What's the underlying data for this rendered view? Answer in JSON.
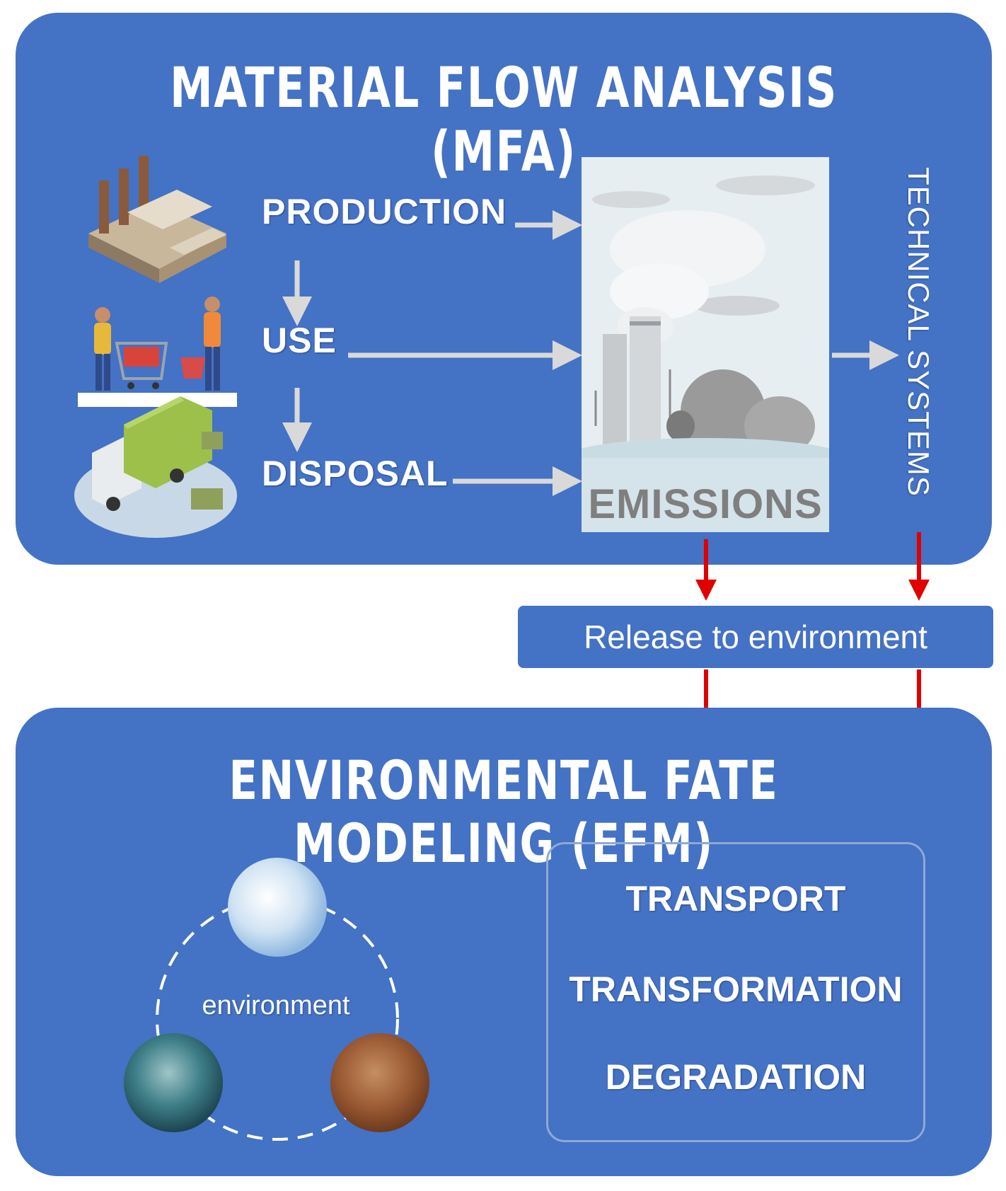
{
  "mfa": {
    "title": "MATERIAL FLOW ANALYSIS (MFA)",
    "stages": [
      "PRODUCTION",
      "USE",
      "DISPOSAL"
    ],
    "emissions_label": "EMISSIONS",
    "technical_systems_label": "TECHNICAL SYSTEMS"
  },
  "release_label": "Release to environment",
  "efm": {
    "title": "ENVIRONMENTAL FATE MODELING (EFM)",
    "environment_label": "environment",
    "processes": [
      "TRANSPORT",
      "TRANSFORMATION",
      "DEGRADATION"
    ]
  },
  "colors": {
    "panel": "#4472C4",
    "arrow_gray": "#D9D9D9",
    "arrow_red": "#E00000"
  },
  "icons": [
    "factory-icon",
    "shoppers-icon",
    "garbage-truck-icon",
    "polluting-plant-icon",
    "air-sphere-icon",
    "water-sphere-icon",
    "soil-sphere-icon"
  ]
}
